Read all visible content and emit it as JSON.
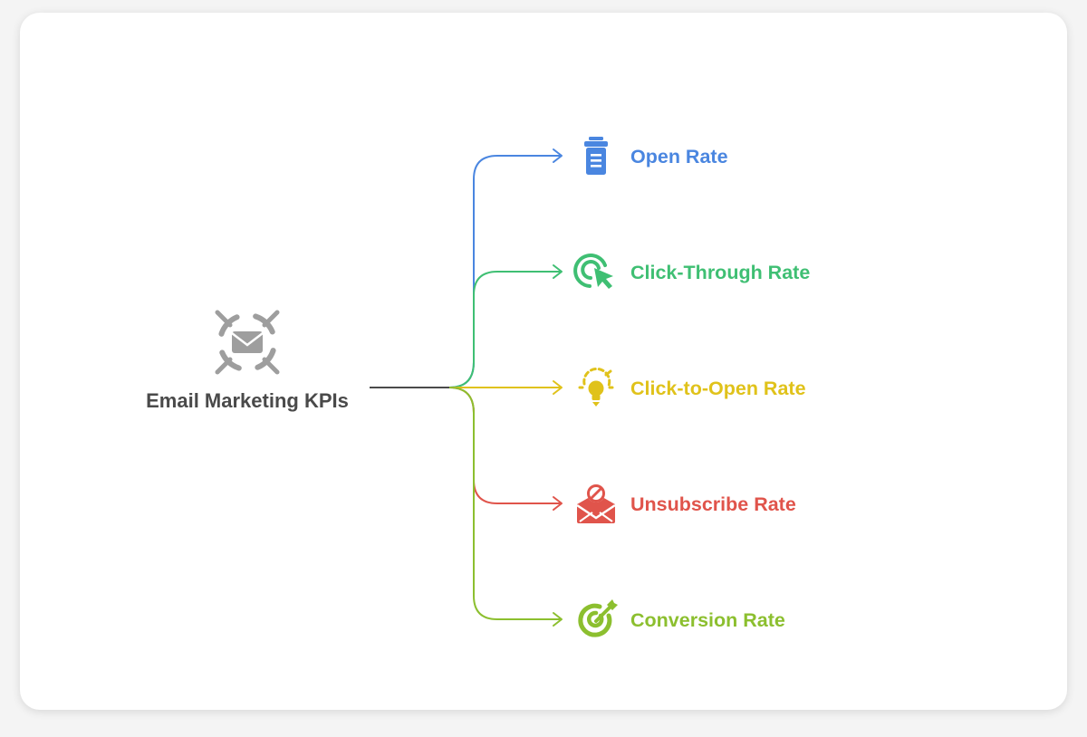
{
  "root": {
    "label": "Email Marketing KPIs",
    "icon": "email-target-icon",
    "color": "#4a4a4a",
    "icon_color": "#9e9e9e"
  },
  "branches": [
    {
      "id": "open-rate",
      "label": "Open Rate",
      "color": "#4a86e0",
      "icon": "mailbox-icon"
    },
    {
      "id": "click-through-rate",
      "label": "Click-Through Rate",
      "color": "#3fbf73",
      "icon": "cursor-click-icon"
    },
    {
      "id": "click-to-open-rate",
      "label": "Click-to-Open Rate",
      "color": "#e0c21a",
      "icon": "lightbulb-icon"
    },
    {
      "id": "unsubscribe-rate",
      "label": "Unsubscribe Rate",
      "color": "#e0544b",
      "icon": "envelope-blocked-icon"
    },
    {
      "id": "conversion-rate",
      "label": "Conversion Rate",
      "color": "#8cbf2f",
      "icon": "target-arrow-icon"
    }
  ]
}
